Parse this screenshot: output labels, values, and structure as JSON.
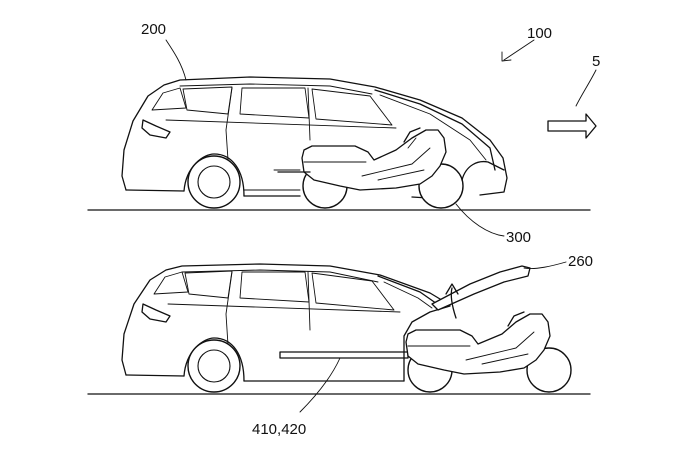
{
  "figure": {
    "labels": {
      "system": "100",
      "vehicle": "200",
      "hood": "260",
      "motorcycle": "300",
      "rails": "410,420",
      "direction": "5"
    }
  }
}
